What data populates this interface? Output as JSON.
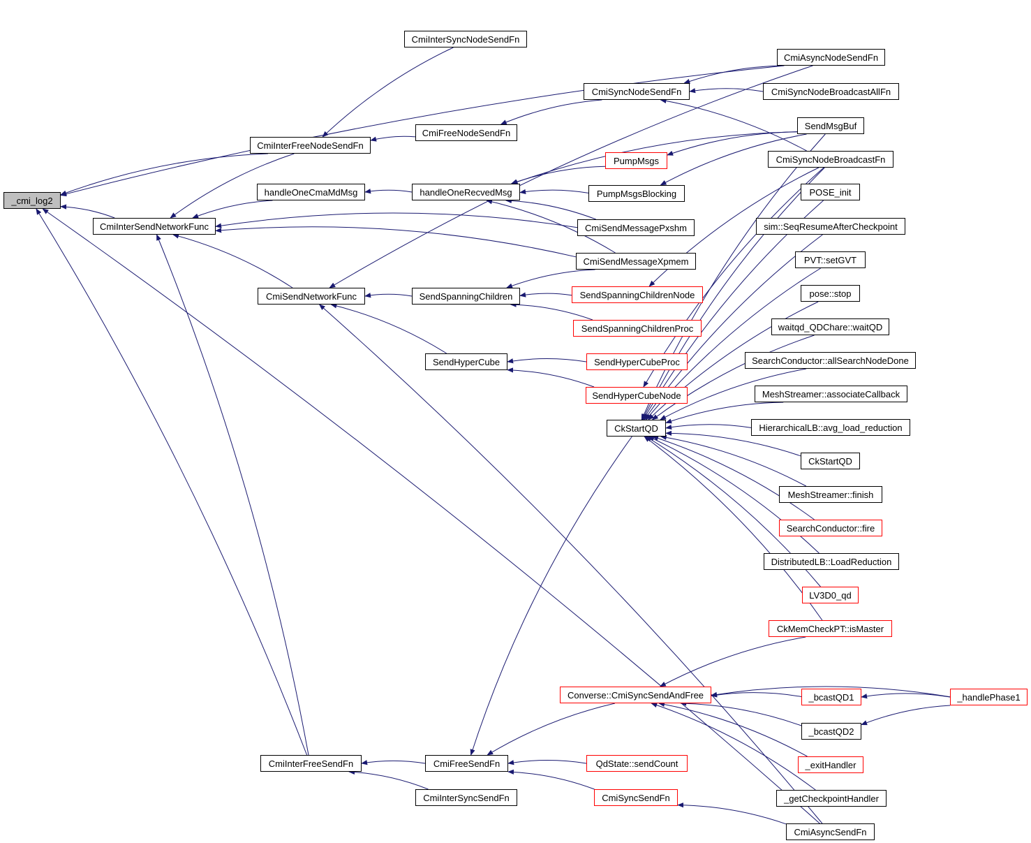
{
  "colors": {
    "edge": "#191970",
    "node_border": "#000000",
    "truncated_border": "#ff0000",
    "root_fill": "#bfbfbf"
  },
  "nodes": {
    "n_cmi_log2": {
      "label": "_cmi_log2"
    },
    "n_CmiInterSyncNodeSendFn": {
      "label": "CmiInterSyncNodeSendFn"
    },
    "n_CmiAsyncNodeSendFn": {
      "label": "CmiAsyncNodeSendFn"
    },
    "n_CmiSyncNodeSendFn": {
      "label": "CmiSyncNodeSendFn"
    },
    "n_CmiSyncNodeBroadcastAllFn": {
      "label": "CmiSyncNodeBroadcastAllFn"
    },
    "n_SendMsgBuf": {
      "label": "SendMsgBuf"
    },
    "n_CmiInterFreeNodeSendFn": {
      "label": "CmiInterFreeNodeSendFn"
    },
    "n_CmiFreeNodeSendFn": {
      "label": "CmiFreeNodeSendFn"
    },
    "n_PumpMsgs": {
      "label": "PumpMsgs"
    },
    "n_CmiSyncNodeBroadcastFn": {
      "label": "CmiSyncNodeBroadcastFn"
    },
    "n_handleOneCmaMdMsg": {
      "label": "handleOneCmaMdMsg"
    },
    "n_handleOneRecvedMsg": {
      "label": "handleOneRecvedMsg"
    },
    "n_PumpMsgsBlocking": {
      "label": "PumpMsgsBlocking"
    },
    "n_POSE_init": {
      "label": "POSE_init"
    },
    "n_CmiInterSendNetworkFunc": {
      "label": "CmiInterSendNetworkFunc"
    },
    "n_CmiSendMessagePxshm": {
      "label": "CmiSendMessagePxshm"
    },
    "n_sim_SeqResume": {
      "label": "sim::SeqResumeAfterCheckpoint"
    },
    "n_CmiSendMessageXpmem": {
      "label": "CmiSendMessageXpmem"
    },
    "n_PVT_setGVT": {
      "label": "PVT::setGVT"
    },
    "n_CmiSendNetworkFunc": {
      "label": "CmiSendNetworkFunc"
    },
    "n_SendSpanningChildren": {
      "label": "SendSpanningChildren"
    },
    "n_SendSpanningChildrenNode": {
      "label": "SendSpanningChildrenNode"
    },
    "n_pose_stop": {
      "label": "pose::stop"
    },
    "n_SendSpanningChildrenProc": {
      "label": "SendSpanningChildrenProc"
    },
    "n_waitqd": {
      "label": "waitqd_QDChare::waitQD"
    },
    "n_SendHyperCube": {
      "label": "SendHyperCube"
    },
    "n_SendHyperCubeProc": {
      "label": "SendHyperCubeProc"
    },
    "n_SearchConductor_allSearch": {
      "label": "SearchConductor::allSearchNodeDone"
    },
    "n_SendHyperCubeNode": {
      "label": "SendHyperCubeNode"
    },
    "n_MeshStreamer_assoc": {
      "label": "MeshStreamer::associateCallback"
    },
    "n_CkStartQD_main": {
      "label": "CkStartQD"
    },
    "n_HierarchicalLB": {
      "label": "HierarchicalLB::avg_load_reduction"
    },
    "n_CkStartQD_2": {
      "label": "CkStartQD"
    },
    "n_MeshStreamer_finish": {
      "label": "MeshStreamer::finish"
    },
    "n_SearchConductor_fire": {
      "label": "SearchConductor::fire"
    },
    "n_DistributedLB": {
      "label": "DistributedLB::LoadReduction"
    },
    "n_LV3D0_qd": {
      "label": "LV3D0_qd"
    },
    "n_CkMemCheckPT": {
      "label": "CkMemCheckPT::isMaster"
    },
    "n_Converse_SyncSendAndFree": {
      "label": "Converse::CmiSyncSendAndFree"
    },
    "n_bcastQD1": {
      "label": "_bcastQD1"
    },
    "n_handlePhase1": {
      "label": "_handlePhase1"
    },
    "n_bcastQD2": {
      "label": "_bcastQD2"
    },
    "n_CmiInterFreeSendFn": {
      "label": "CmiInterFreeSendFn"
    },
    "n_CmiFreeSendFn": {
      "label": "CmiFreeSendFn"
    },
    "n_QdState_sendCount": {
      "label": "QdState::sendCount"
    },
    "n_exitHandler": {
      "label": "_exitHandler"
    },
    "n_CmiInterSyncSendFn": {
      "label": "CmiInterSyncSendFn"
    },
    "n_CmiSyncSendFn": {
      "label": "CmiSyncSendFn"
    },
    "n_getCheckpointHandler": {
      "label": "_getCheckpointHandler"
    },
    "n_CmiAsyncSendFn": {
      "label": "CmiAsyncSendFn"
    }
  },
  "edges": [
    {
      "from": "n_CmiAsyncNodeSendFn",
      "to": "n_cmi_log2"
    },
    {
      "from": "n_CmiInterFreeNodeSendFn",
      "to": "n_cmi_log2"
    },
    {
      "from": "n_CmiInterSendNetworkFunc",
      "to": "n_cmi_log2"
    },
    {
      "from": "n_CmiAsyncSendFn",
      "to": "n_cmi_log2"
    },
    {
      "from": "n_CmiInterFreeSendFn",
      "to": "n_cmi_log2"
    },
    {
      "from": "n_CmiFreeNodeSendFn",
      "to": "n_CmiInterFreeNodeSendFn"
    },
    {
      "from": "n_CmiInterSyncNodeSendFn",
      "to": "n_CmiInterFreeNodeSendFn"
    },
    {
      "from": "n_CmiSyncNodeSendFn",
      "to": "n_CmiFreeNodeSendFn"
    },
    {
      "from": "n_CmiAsyncNodeSendFn",
      "to": "n_CmiSyncNodeSendFn"
    },
    {
      "from": "n_CmiSyncNodeBroadcastAllFn",
      "to": "n_CmiSyncNodeSendFn"
    },
    {
      "from": "n_CmiSyncNodeBroadcastFn",
      "to": "n_CmiSyncNodeSendFn"
    },
    {
      "from": "n_CmiInterFreeNodeSendFn",
      "to": "n_CmiInterSendNetworkFunc"
    },
    {
      "from": "n_handleOneCmaMdMsg",
      "to": "n_CmiInterSendNetworkFunc"
    },
    {
      "from": "n_CmiSendNetworkFunc",
      "to": "n_CmiInterSendNetworkFunc"
    },
    {
      "from": "n_CmiInterFreeSendFn",
      "to": "n_CmiInterSendNetworkFunc"
    },
    {
      "from": "n_CmiSendMessagePxshm",
      "to": "n_CmiInterSendNetworkFunc"
    },
    {
      "from": "n_CmiSendMessageXpmem",
      "to": "n_CmiInterSendNetworkFunc"
    },
    {
      "from": "n_handleOneRecvedMsg",
      "to": "n_handleOneCmaMdMsg"
    },
    {
      "from": "n_SendMsgBuf",
      "to": "n_handleOneRecvedMsg"
    },
    {
      "from": "n_PumpMsgs",
      "to": "n_handleOneRecvedMsg"
    },
    {
      "from": "n_PumpMsgsBlocking",
      "to": "n_handleOneRecvedMsg"
    },
    {
      "from": "n_CmiSendMessagePxshm",
      "to": "n_handleOneRecvedMsg"
    },
    {
      "from": "n_CmiSendMessageXpmem",
      "to": "n_handleOneRecvedMsg"
    },
    {
      "from": "n_SendMsgBuf",
      "to": "n_PumpMsgs"
    },
    {
      "from": "n_SendMsgBuf",
      "to": "n_PumpMsgsBlocking"
    },
    {
      "from": "n_CmiAsyncNodeSendFn",
      "to": "n_CmiSendNetworkFunc"
    },
    {
      "from": "n_CmiAsyncSendFn",
      "to": "n_CmiSendNetworkFunc"
    },
    {
      "from": "n_SendSpanningChildren",
      "to": "n_CmiSendNetworkFunc"
    },
    {
      "from": "n_SendHyperCube",
      "to": "n_CmiSendNetworkFunc"
    },
    {
      "from": "n_CmiSendMessageXpmem",
      "to": "n_SendSpanningChildren"
    },
    {
      "from": "n_SendSpanningChildrenNode",
      "to": "n_SendSpanningChildren"
    },
    {
      "from": "n_SendSpanningChildrenProc",
      "to": "n_SendSpanningChildren"
    },
    {
      "from": "n_CmiSyncNodeBroadcastFn",
      "to": "n_SendSpanningChildrenNode"
    },
    {
      "from": "n_SendHyperCubeProc",
      "to": "n_SendHyperCube"
    },
    {
      "from": "n_SendHyperCubeNode",
      "to": "n_SendHyperCube"
    },
    {
      "from": "n_CmiSyncNodeBroadcastFn",
      "to": "n_SendHyperCubeNode"
    },
    {
      "from": "n_CmiSyncNodeBroadcastFn",
      "to": "n_CkStartQD_main"
    },
    {
      "from": "n_SendMsgBuf",
      "to": "n_CkStartQD_main"
    },
    {
      "from": "n_POSE_init",
      "to": "n_CkStartQD_main"
    },
    {
      "from": "n_sim_SeqResume",
      "to": "n_CkStartQD_main"
    },
    {
      "from": "n_PVT_setGVT",
      "to": "n_CkStartQD_main"
    },
    {
      "from": "n_pose_stop",
      "to": "n_CkStartQD_main"
    },
    {
      "from": "n_waitqd",
      "to": "n_CkStartQD_main"
    },
    {
      "from": "n_SearchConductor_allSearch",
      "to": "n_CkStartQD_main"
    },
    {
      "from": "n_MeshStreamer_assoc",
      "to": "n_CkStartQD_main"
    },
    {
      "from": "n_HierarchicalLB",
      "to": "n_CkStartQD_main"
    },
    {
      "from": "n_CkStartQD_2",
      "to": "n_CkStartQD_main"
    },
    {
      "from": "n_MeshStreamer_finish",
      "to": "n_CkStartQD_main"
    },
    {
      "from": "n_SearchConductor_fire",
      "to": "n_CkStartQD_main"
    },
    {
      "from": "n_DistributedLB",
      "to": "n_CkStartQD_main"
    },
    {
      "from": "n_LV3D0_qd",
      "to": "n_CkStartQD_main"
    },
    {
      "from": "n_CkMemCheckPT",
      "to": "n_CkStartQD_main"
    },
    {
      "from": "n_CkStartQD_main",
      "to": "n_CmiFreeSendFn"
    },
    {
      "from": "n_CkMemCheckPT",
      "to": "n_Converse_SyncSendAndFree"
    },
    {
      "from": "n_bcastQD1",
      "to": "n_Converse_SyncSendAndFree"
    },
    {
      "from": "n_bcastQD2",
      "to": "n_Converse_SyncSendAndFree"
    },
    {
      "from": "n_handlePhase1",
      "to": "n_Converse_SyncSendAndFree"
    },
    {
      "from": "n_exitHandler",
      "to": "n_Converse_SyncSendAndFree"
    },
    {
      "from": "n_getCheckpointHandler",
      "to": "n_Converse_SyncSendAndFree"
    },
    {
      "from": "n_handlePhase1",
      "to": "n_bcastQD1"
    },
    {
      "from": "n_handlePhase1",
      "to": "n_bcastQD2"
    },
    {
      "from": "n_Converse_SyncSendAndFree",
      "to": "n_CmiFreeSendFn"
    },
    {
      "from": "n_CmiFreeSendFn",
      "to": "n_CmiInterFreeSendFn"
    },
    {
      "from": "n_CmiInterSyncSendFn",
      "to": "n_CmiInterFreeSendFn"
    },
    {
      "from": "n_QdState_sendCount",
      "to": "n_CmiFreeSendFn"
    },
    {
      "from": "n_CmiSyncSendFn",
      "to": "n_CmiFreeSendFn"
    },
    {
      "from": "n_CmiAsyncSendFn",
      "to": "n_CmiSyncSendFn"
    }
  ]
}
